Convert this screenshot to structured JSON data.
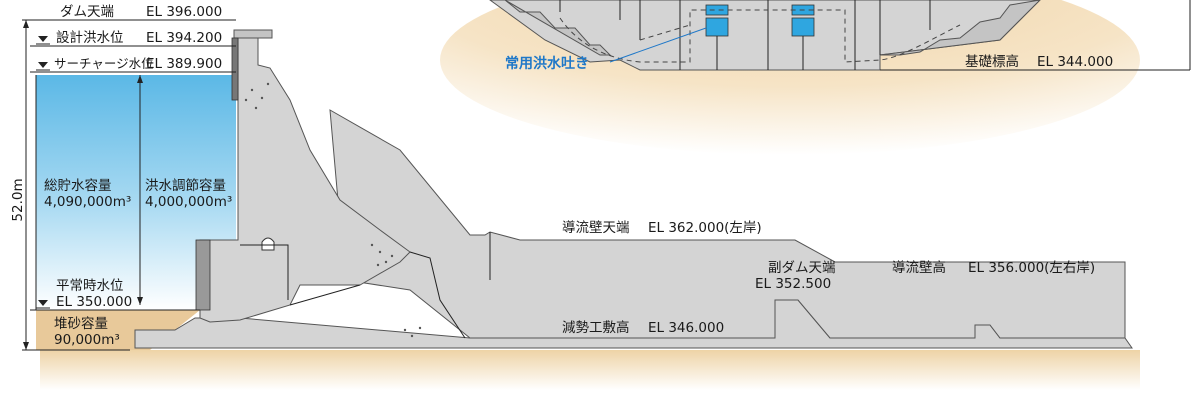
{
  "levels": {
    "dam_crest": {
      "name": "ダム天端",
      "value": "EL 396.000"
    },
    "design_flood_level": {
      "name": "設計洪水位",
      "value": "EL 394.200"
    },
    "surcharge_level": {
      "name": "サーチャージ水位",
      "value": "EL 389.900"
    },
    "normal_water_level": {
      "name": "平常時水位",
      "value": "EL 350.000"
    },
    "foundation_level": {
      "name": "基礎標高",
      "value": "EL 344.000"
    },
    "guide_wall_crest": {
      "name": "導流壁天端",
      "value": "EL 362.000(左岸)"
    },
    "guide_wall_height": {
      "name": "導流壁高",
      "value": "EL 356.000(左右岸)"
    },
    "sub_dam_crest": {
      "name": "副ダム天端",
      "value": "EL 352.500"
    },
    "stilling_basin_floor": {
      "name": "減勢工敷高",
      "value": "EL 346.000"
    }
  },
  "capacities": {
    "total_storage": {
      "name": "総貯水容量",
      "value": "4,090,000m³"
    },
    "flood_control": {
      "name": "洪水調節容量",
      "value": "4,000,000m³"
    },
    "sediment": {
      "name": "堆砂容量",
      "value": "90,000m³"
    }
  },
  "dam_height": "52.0m",
  "regular_spillway": "常用洪水吐き",
  "colors": {
    "water_top": "#ffffff",
    "water_bottom": "#5bb8e6",
    "sediment": "#e8c99a",
    "ground": "#f0d8b0",
    "concrete": "#d4d4d4",
    "accent_blue": "#1f78c8"
  }
}
